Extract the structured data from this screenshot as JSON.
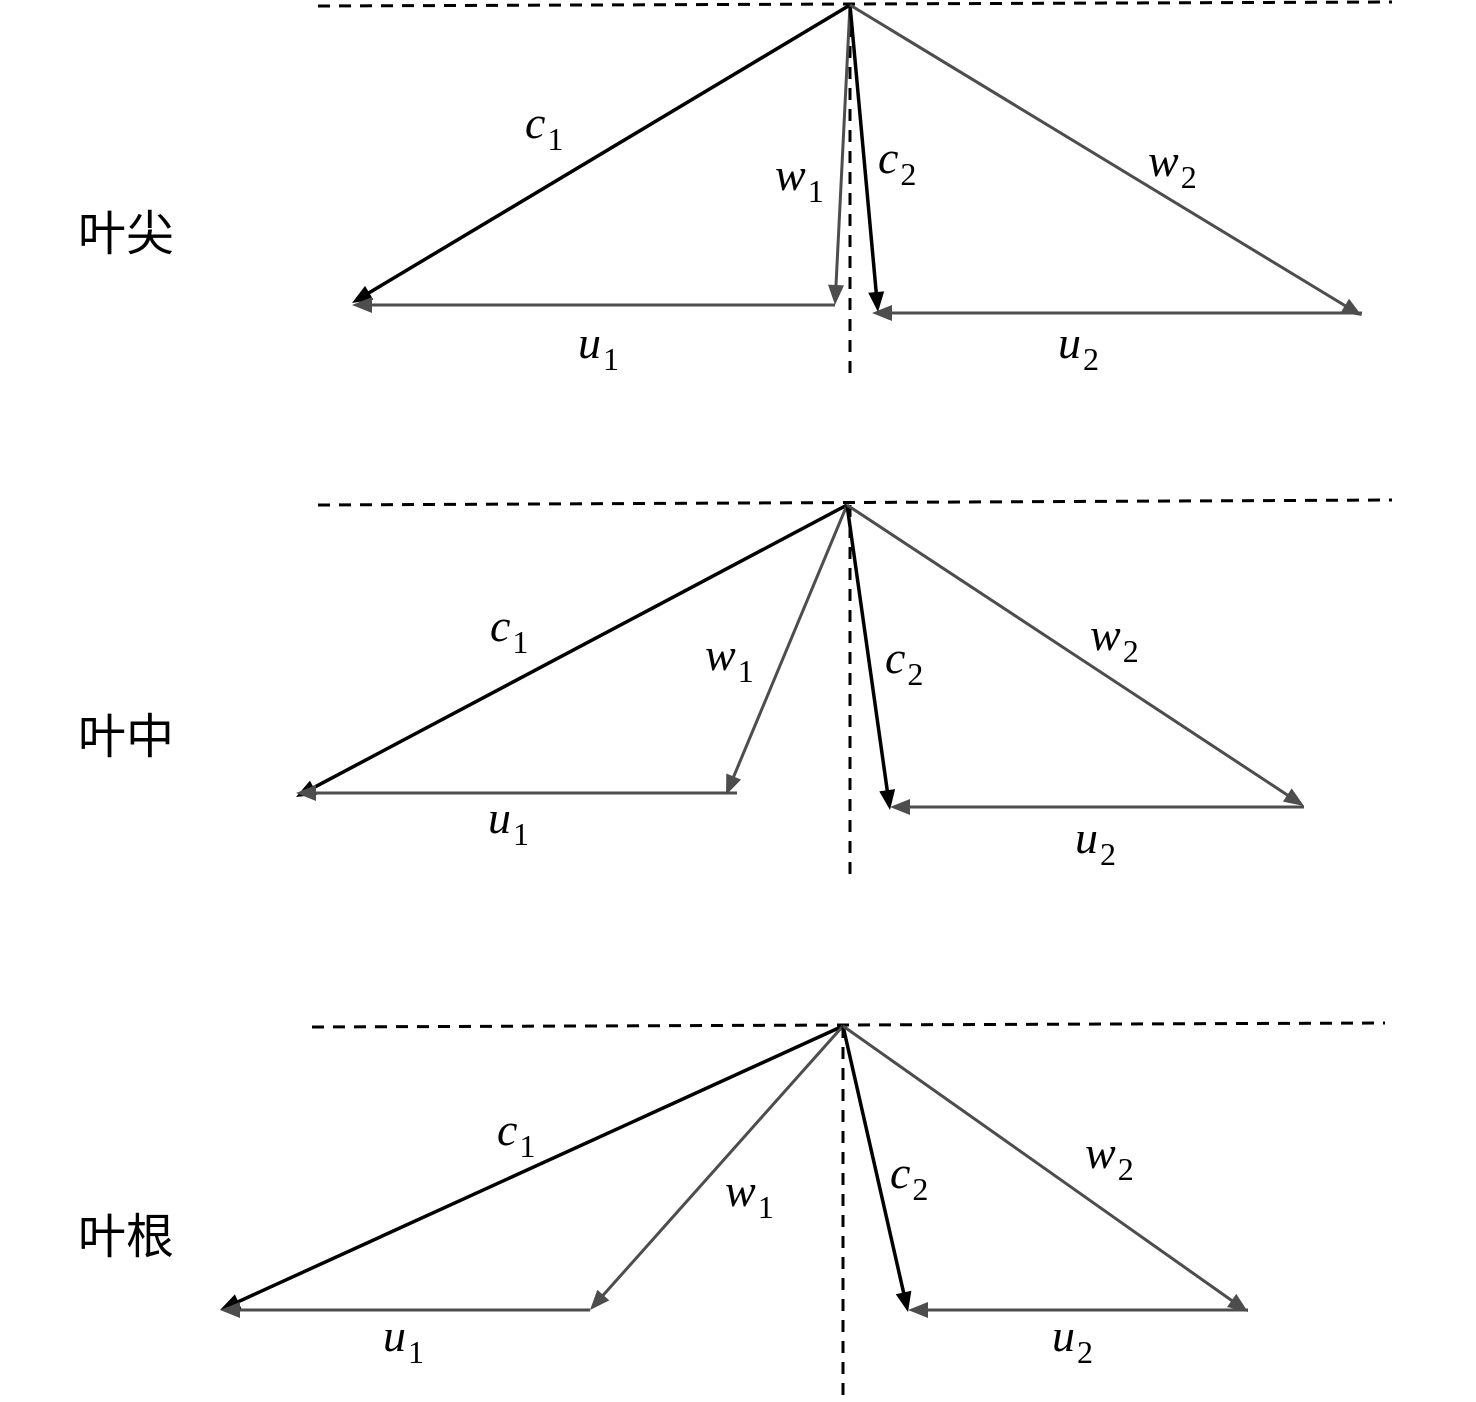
{
  "diagram": {
    "colors": {
      "dashed": "#000000",
      "absolute_velocity": "#000000",
      "relative_velocity": "#4d4d4d",
      "blade_velocity": "#4d4d4d"
    },
    "rows": [
      {
        "label": "叶尖",
        "vectors": [
          {
            "sym": "c",
            "sub": "1"
          },
          {
            "sym": "w",
            "sub": "1"
          },
          {
            "sym": "c",
            "sub": "2"
          },
          {
            "sym": "w",
            "sub": "2"
          },
          {
            "sym": "u",
            "sub": "1"
          },
          {
            "sym": "u",
            "sub": "2"
          }
        ]
      },
      {
        "label": "叶中",
        "vectors": [
          {
            "sym": "c",
            "sub": "1"
          },
          {
            "sym": "w",
            "sub": "1"
          },
          {
            "sym": "c",
            "sub": "2"
          },
          {
            "sym": "w",
            "sub": "2"
          },
          {
            "sym": "u",
            "sub": "1"
          },
          {
            "sym": "u",
            "sub": "2"
          }
        ]
      },
      {
        "label": "叶根",
        "vectors": [
          {
            "sym": "c",
            "sub": "1"
          },
          {
            "sym": "w",
            "sub": "1"
          },
          {
            "sym": "c",
            "sub": "2"
          },
          {
            "sym": "w",
            "sub": "2"
          },
          {
            "sym": "u",
            "sub": "1"
          },
          {
            "sym": "u",
            "sub": "2"
          }
        ]
      }
    ]
  }
}
